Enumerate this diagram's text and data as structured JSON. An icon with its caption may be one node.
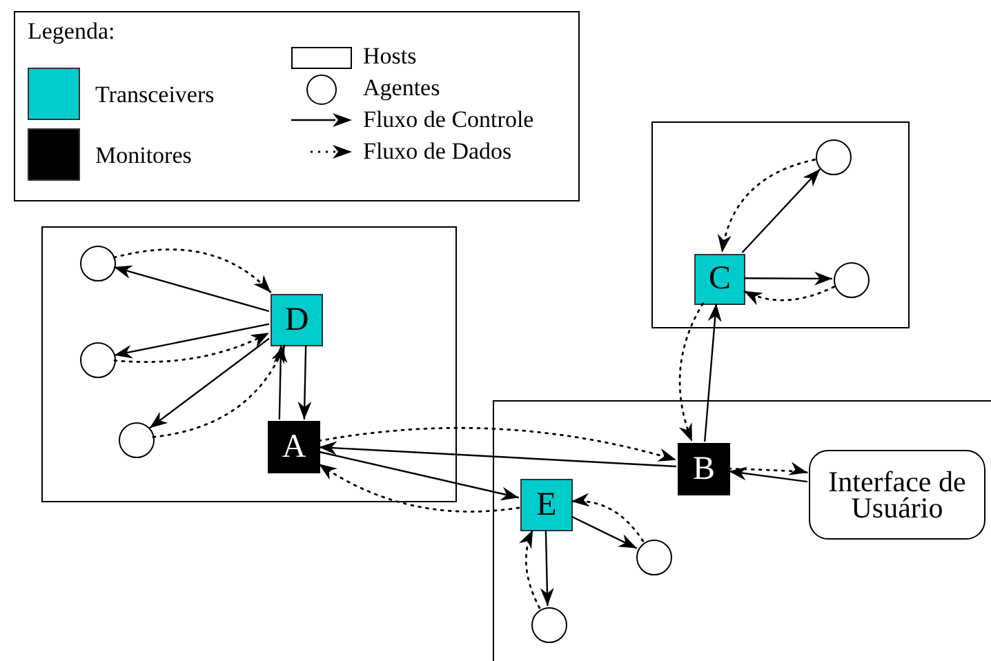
{
  "diagram": {
    "nodes": [
      {
        "text": [],
        "shape": "box"
      },
      {
        "text": [],
        "shape": "circle",
        "in": 0
      },
      {
        "text": [],
        "shape": "circle",
        "in": 0
      },
      {
        "text": [],
        "shape": "circle",
        "in": 0
      },
      {
        "text": [
          "D"
        ],
        "in": 0
      },
      {
        "text": [
          "A"
        ],
        "in": 0
      },
      {
        "text": [],
        "shape": "box"
      },
      {
        "text": [
          "C"
        ],
        "in": 6
      },
      {
        "text": [],
        "shape": "circle",
        "in": 6
      },
      {
        "text": [],
        "shape": "circle",
        "in": 6
      },
      {
        "text": [],
        "shape": "box"
      },
      {
        "text": [
          "B"
        ],
        "in": 10
      },
      {
        "text": [
          "E"
        ],
        "in": 10
      },
      {
        "text": [],
        "shape": "circle",
        "in": 10
      },
      {
        "text": [],
        "shape": "circle",
        "in": 10
      },
      {
        "text": [
          "Interface de Usuário"
        ],
        "in": 10
      }
    ],
    "edges": [
      {
        "from": 4,
        "to": 1,
        "arrow": "to"
      },
      {
        "from": 1,
        "to": 4,
        "arrow": "to",
        "style": "dashed"
      },
      {
        "from": 4,
        "to": 2,
        "arrow": "to"
      },
      {
        "from": 2,
        "to": 4,
        "arrow": "to",
        "style": "dashed"
      },
      {
        "from": 4,
        "to": 3,
        "arrow": "to"
      },
      {
        "from": 3,
        "to": 4,
        "arrow": "to",
        "style": "dashed"
      },
      {
        "from": 4,
        "to": 5,
        "arrow": "to"
      },
      {
        "from": 5,
        "to": 4,
        "arrow": "to"
      },
      {
        "from": 5,
        "to": 11,
        "arrow": "to",
        "style": "dashed"
      },
      {
        "from": 11,
        "to": 5,
        "arrow": "to"
      },
      {
        "from": 5,
        "to": 12,
        "arrow": "to"
      },
      {
        "from": 12,
        "to": 5,
        "arrow": "to",
        "style": "dashed"
      },
      {
        "from": 11,
        "to": 7,
        "arrow": "to"
      },
      {
        "from": 7,
        "to": 11,
        "arrow": "to",
        "style": "dashed"
      },
      {
        "from": 7,
        "to": 8,
        "arrow": "to"
      },
      {
        "from": 8,
        "to": 7,
        "arrow": "to",
        "style": "dashed"
      },
      {
        "from": 7,
        "to": 9,
        "arrow": "to"
      },
      {
        "from": 9,
        "to": 7,
        "arrow": "to",
        "style": "dashed"
      },
      {
        "from": 11,
        "to": 15,
        "arrow": "to",
        "style": "dashed"
      },
      {
        "from": 15,
        "to": 11,
        "arrow": "to"
      },
      {
        "from": 12,
        "to": 13,
        "arrow": "to"
      },
      {
        "from": 13,
        "to": 12,
        "arrow": "to",
        "style": "dashed"
      },
      {
        "from": 12,
        "to": 14,
        "arrow": "to"
      },
      {
        "from": 14,
        "to": 12,
        "arrow": "to",
        "style": "dashed"
      }
    ],
    "labels": [
      "Legenda:"
    ],
    "legend": [
      {
        "text": "Transceivers",
        "color": "#00cccc"
      },
      {
        "text": "Monitores",
        "color": "#000000"
      },
      {
        "text": "Hosts"
      },
      {
        "text": "Agentes"
      },
      {
        "text": "Fluxo de Controle"
      },
      {
        "text": "Fluxo de Dados"
      }
    ]
  }
}
